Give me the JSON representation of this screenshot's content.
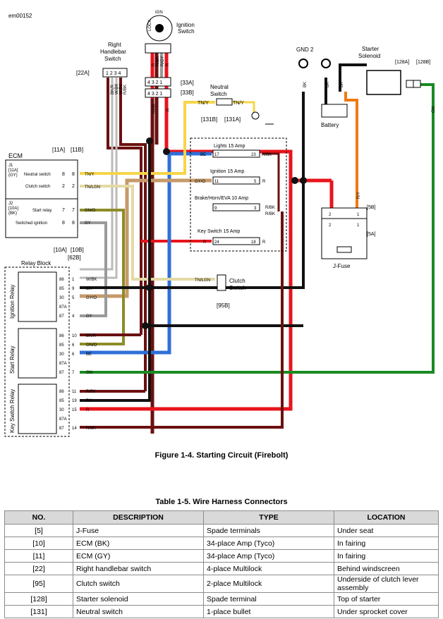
{
  "figure_id": "em00152",
  "labels": {
    "ign": "IGN",
    "lock": "LOCK",
    "ign_switch": [
      "Ignition",
      "Switch"
    ],
    "rh_switch": [
      "Right",
      "Handlebar",
      "Switch"
    ],
    "c22a": "[22A]",
    "rh_pins": "1 2 3 4",
    "rh_wires": [
      "BK/R",
      "W/BK",
      "W/BK",
      "R/BK"
    ],
    "ign_wires_top": [
      "R",
      "R/BK",
      "R/GY",
      "R"
    ],
    "ign_pins_a": "4 3 2 1",
    "ign_pins_b": "4 3 2 1",
    "c33a": "[33A]",
    "c33b": "[33B]",
    "ign_wires_bot": [
      "R/BK",
      "R"
    ],
    "neutral": [
      "Neutral",
      "Switch"
    ],
    "tny": "TN/Y",
    "c131b": "[131B]",
    "c131a": "[131A]",
    "gnd2": "GND 2",
    "starter": [
      "Starter",
      "Solenoid"
    ],
    "c128a": "[128A]",
    "c128b": "[128B]",
    "bk": "BK",
    "gn": "GN",
    "battery": "Battery",
    "ry": "R/Y",
    "c11a_top": "[11A]",
    "c11b_top": "[11B]",
    "ecm": "ECM",
    "j1": "J1",
    "j1_conn": "[11A]",
    "j1_color": "(GY)",
    "j2": "J2",
    "j2_conn": "[10A]",
    "j2_color": "(BK)",
    "neutral_switch": "Neutral switch",
    "clutch_switch": "Clutch switch",
    "start_relay_lbl": "Start relay",
    "switched_ign": "Switched ignition",
    "pin8": "8",
    "pin2": "2",
    "pin7": "7",
    "tnlgn": "TN/LGN",
    "gno": "GN/O",
    "gy": "GY",
    "c10a": "[10A]",
    "c10b": "[10B]",
    "c62b": "[62B]",
    "fuse_lights": "Lights  15 Amp",
    "fuse_ign": "Ignition  15 Amp",
    "fuse_brake": "Brake/Horn/EVA  10 Amp",
    "fuse_key": "Key Switch  15 Amp",
    "be": "BE",
    "rbk": "R/BK",
    "gyo": "GY/O",
    "r": "R",
    "p17": "17",
    "p23": "23",
    "p11": "11",
    "p5": "5",
    "p9": "9",
    "p3": "3",
    "p24": "24",
    "p18": "18",
    "relay_block": "Relay Block",
    "ign_relay": "Ignition Relay",
    "start_relay": "Start Relay",
    "key_relay": "Key Switch Relay",
    "relay_pins": [
      "86",
      "85",
      "30",
      "87A",
      "87"
    ],
    "ign_relay_cav": [
      "1",
      "9",
      "5",
      "",
      "4"
    ],
    "ign_relay_w": [
      "W/BK",
      "BK",
      "GY/O",
      "",
      "GY"
    ],
    "start_relay_cav": [
      "10",
      "6",
      "6",
      "",
      "7"
    ],
    "start_relay_w": [
      "BK/R",
      "GN/O",
      "BE",
      "",
      "GN"
    ],
    "key_relay_cav": [
      "11",
      "19",
      "15",
      "",
      "14"
    ],
    "key_relay_w": [
      "R/BK",
      "BK",
      "R",
      "",
      "R/BK"
    ],
    "wbk": "W/BK",
    "clutch": [
      "Clutch",
      "Switch"
    ],
    "c95b": "[95B]",
    "jfuse": "J-Fuse",
    "c5b": "[5B]",
    "c5a": "[5A]",
    "jf_p1": "1",
    "jf_p2": "2"
  },
  "figure_caption": "Figure 1-4. Starting Circuit (Firebolt)",
  "table": {
    "caption": "Table 1-5. Wire Harness Connectors",
    "headers": [
      "NO.",
      "DESCRIPTION",
      "TYPE",
      "LOCATION"
    ],
    "rows": [
      [
        "[5]",
        "J-Fuse",
        "Spade terminals",
        "Under seat"
      ],
      [
        "[10]",
        "ECM (BK)",
        "34-place Amp (Tyco)",
        "In fairing"
      ],
      [
        "[11]",
        "ECM (GY)",
        "34-place Amp (Tyco)",
        "In fairing"
      ],
      [
        "[22]",
        "Right handlebar switch",
        "4-place Multilock",
        "Behind windscreen"
      ],
      [
        "[95]",
        "Clutch switch",
        "2-place Multilock",
        "Underside of clutch lever assembly"
      ],
      [
        "[128]",
        "Starter solenoid",
        "Spade terminal",
        "Top of starter"
      ],
      [
        "[131]",
        "Neutral switch",
        "1-place bullet",
        "Under sprocket cover"
      ]
    ]
  },
  "wire_colors": {
    "red": "#e8141c",
    "black": "#111111",
    "darkred": "#6b1010",
    "blue": "#2f6fd8",
    "green": "#1a8a22",
    "yellow": "#f5d54a",
    "tan": "#c69a6a",
    "olive": "#8d8d28",
    "gray": "#9a9a9a",
    "orange": "#f07a10",
    "tanlgn": "#e3d9a4"
  }
}
